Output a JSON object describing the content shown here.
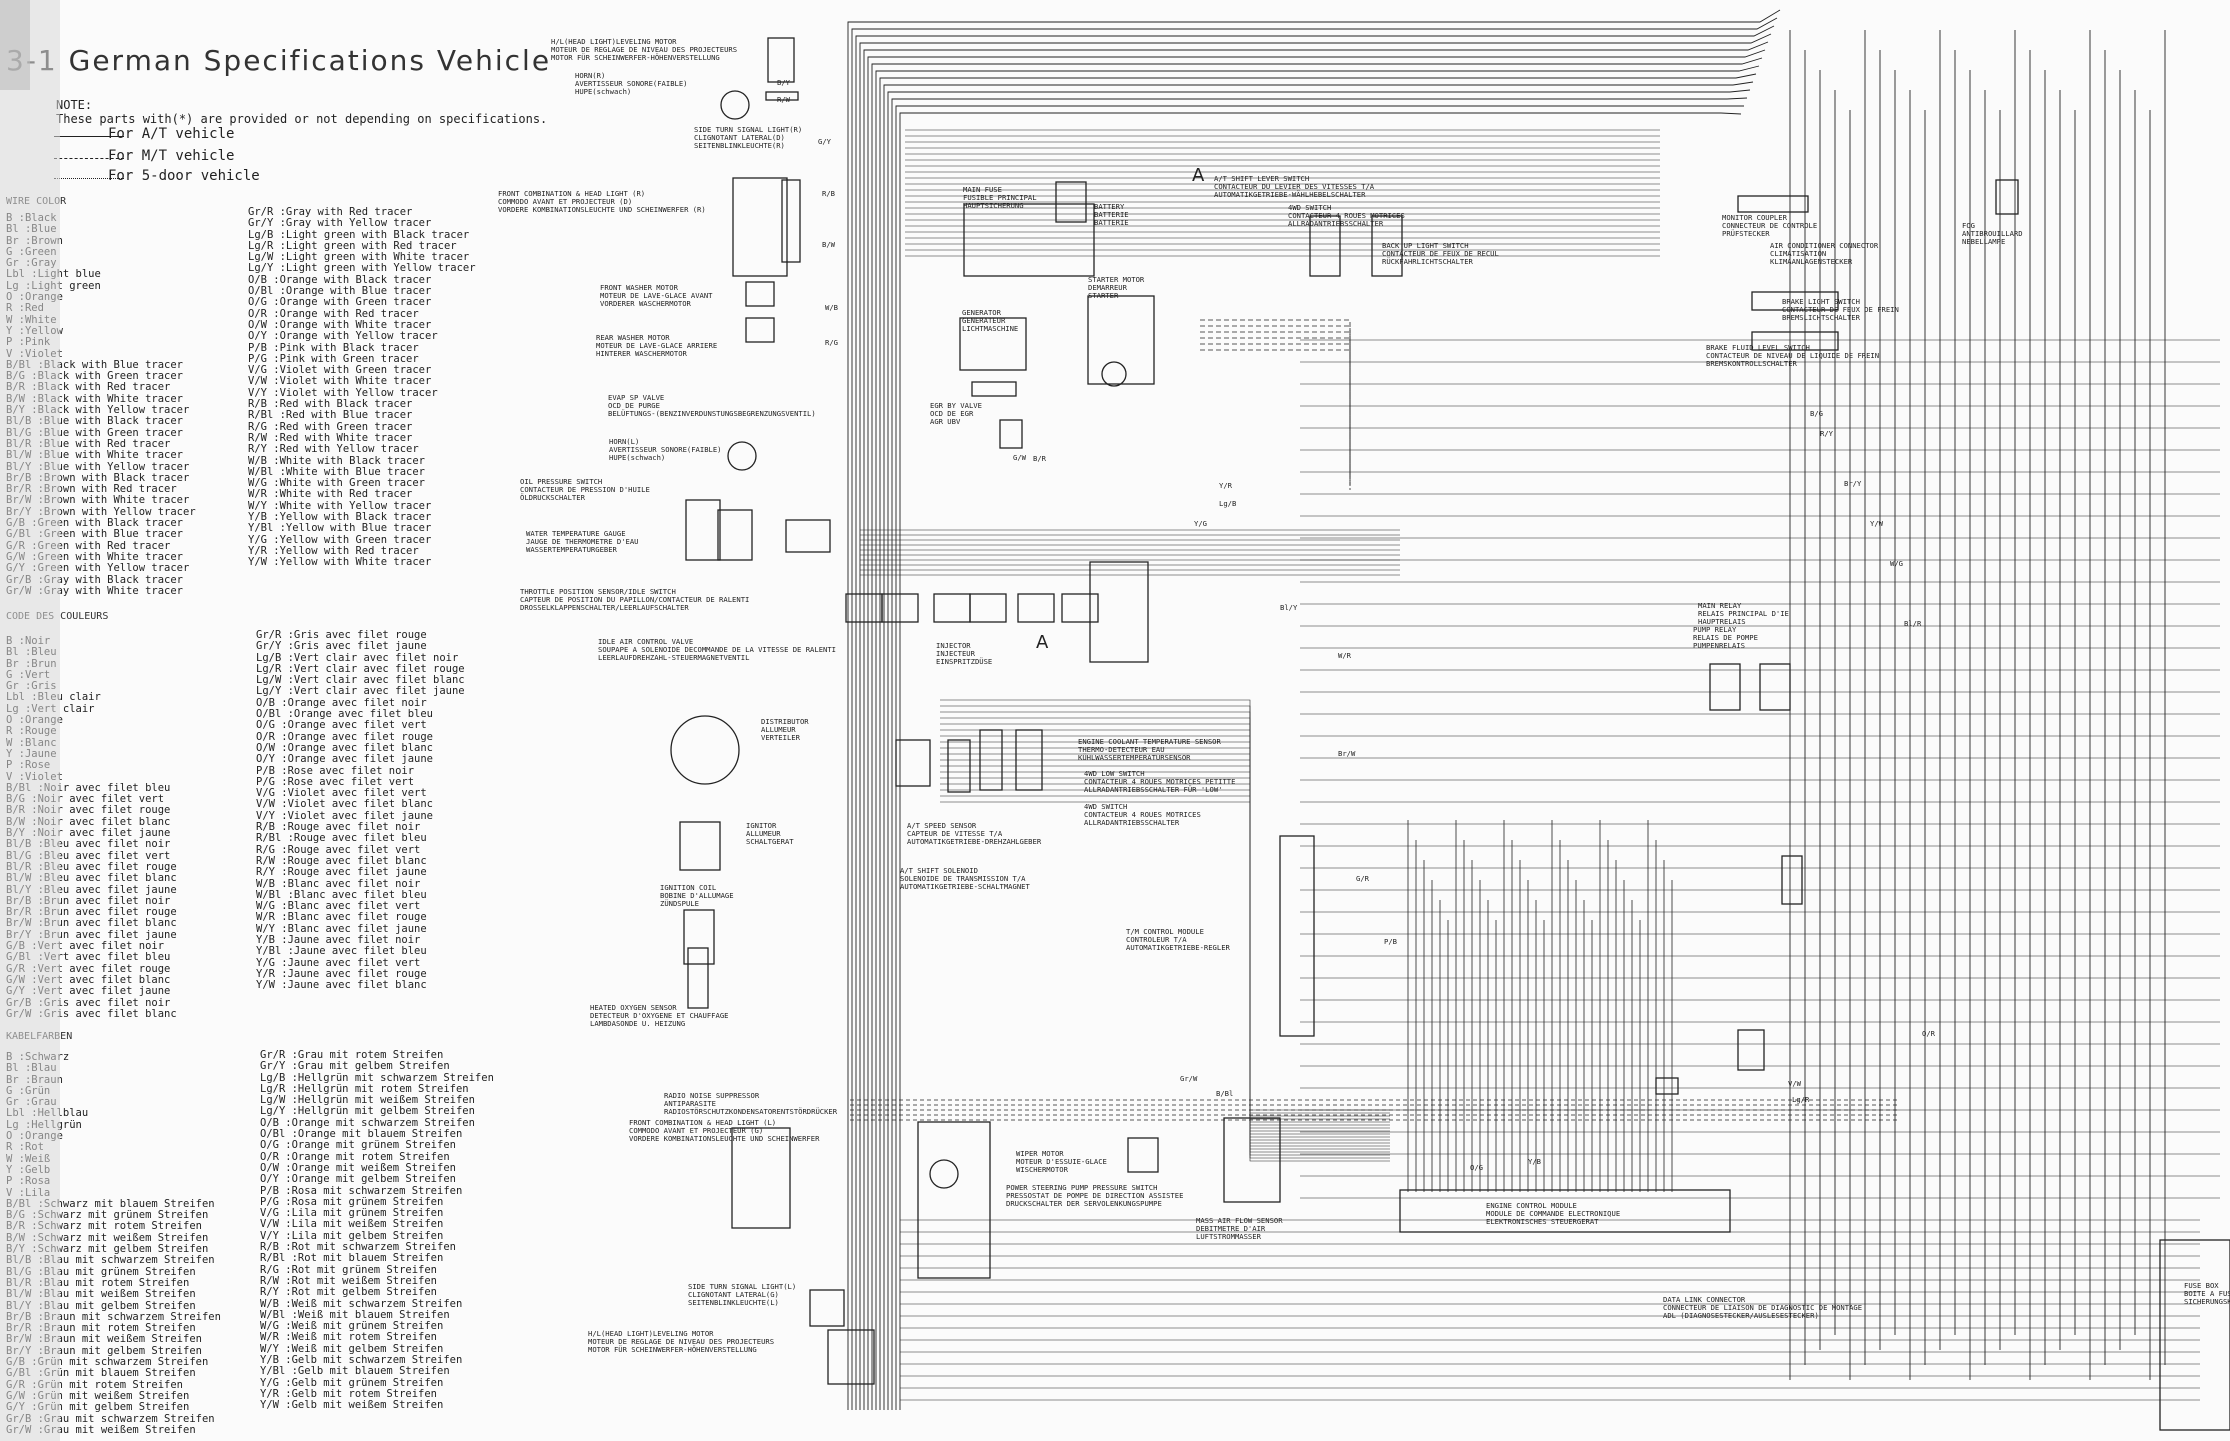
{
  "title": "3-1 German Specifications Vehicle",
  "note": {
    "heading": "NOTE:",
    "text": "These parts with(*) are provided or not depending on specifications.",
    "legend": [
      "For A/T vehicle",
      "For M/T vehicle",
      "For 5-door vehicle"
    ]
  },
  "sections": {
    "wire_color": "WIRE COLOR",
    "code_couleurs": "CODE DES COULEURS",
    "kabelfarben": "KABELFARBEN"
  },
  "wire_color": {
    "col1": [
      "B      :Black",
      "Bl     :Blue",
      "Br     :Brown",
      "G      :Green",
      "Gr     :Gray",
      "Lbl    :Light blue",
      "Lg     :Light green",
      "O      :Orange",
      "R      :Red",
      "W      :White",
      "Y      :Yellow",
      "P      :Pink",
      "V      :Violet",
      "B/Bl   :Black with Blue tracer",
      "B/G    :Black with Green tracer",
      "B/R    :Black with Red tracer",
      "B/W    :Black with White tracer",
      "B/Y    :Black with Yellow tracer",
      "Bl/B   :Blue with Black tracer",
      "Bl/G   :Blue with Green tracer",
      "Bl/R   :Blue with Red tracer",
      "Bl/W   :Blue with White tracer",
      "Bl/Y   :Blue with Yellow tracer",
      "Br/B   :Brown with Black tracer",
      "Br/R   :Brown with Red tracer",
      "Br/W   :Brown with White tracer",
      "Br/Y   :Brown with Yellow tracer",
      "G/B    :Green with Black tracer",
      "G/Bl   :Green with Blue tracer",
      "G/R    :Green with Red tracer",
      "G/W    :Green with White tracer",
      "G/Y    :Green with Yellow tracer",
      "Gr/B   :Gray with Black tracer",
      "Gr/W   :Gray with White tracer"
    ],
    "col2": [
      "Gr/R  :Gray with Red tracer",
      "Gr/Y  :Gray with Yellow tracer",
      "Lg/B  :Light green with Black tracer",
      "Lg/R  :Light green with Red tracer",
      "Lg/W  :Light green with White tracer",
      "Lg/Y  :Light green with Yellow tracer",
      "O/B   :Orange with Black tracer",
      "O/Bl  :Orange with Blue tracer",
      "O/G   :Orange with Green tracer",
      "O/R   :Orange with Red tracer",
      "O/W   :Orange with White tracer",
      "O/Y   :Orange with Yellow tracer",
      "P/B   :Pink with Black tracer",
      "P/G   :Pink with Green tracer",
      "V/G   :Violet with Green tracer",
      "V/W   :Violet with White tracer",
      "V/Y   :Violet with Yellow tracer",
      "R/B   :Red with Black tracer",
      "R/Bl  :Red with Blue tracer",
      "R/G   :Red with Green tracer",
      "R/W   :Red with White tracer",
      "R/Y   :Red with Yellow tracer",
      "W/B   :White with Black tracer",
      "W/Bl  :White with Blue tracer",
      "W/G   :White with Green tracer",
      "W/R   :White with Red tracer",
      "W/Y   :White with Yellow tracer",
      "Y/B   :Yellow with Black tracer",
      "Y/Bl  :Yellow with Blue tracer",
      "Y/G   :Yellow with Green tracer",
      "Y/R   :Yellow with Red tracer",
      "Y/W   :Yellow with White tracer"
    ]
  },
  "code_couleurs": {
    "col1": [
      "B      :Noir",
      "Bl     :Bleu",
      "Br     :Brun",
      "G      :Vert",
      "Gr     :Gris",
      "Lbl    :Bleu clair",
      "Lg     :Vert clair",
      "O      :Orange",
      "R      :Rouge",
      "W      :Blanc",
      "Y      :Jaune",
      "P      :Rose",
      "V      :Violet",
      "B/Bl   :Noir avec filet bleu",
      "B/G    :Noir avec filet vert",
      "B/R    :Noir avec filet rouge",
      "B/W    :Noir avec filet blanc",
      "B/Y    :Noir avec filet jaune",
      "Bl/B   :Bleu avec filet noir",
      "Bl/G   :Bleu avec filet vert",
      "Bl/R   :Bleu avec filet rouge",
      "Bl/W   :Bleu avec filet blanc",
      "Bl/Y   :Bleu avec filet jaune",
      "Br/B   :Brun avec filet noir",
      "Br/R   :Brun avec filet rouge",
      "Br/W   :Brun avec filet blanc",
      "Br/Y   :Brun avec filet jaune",
      "G/B    :Vert avec filet noir",
      "G/Bl   :Vert avec filet bleu",
      "G/R    :Vert avec filet rouge",
      "G/W    :Vert avec filet blanc",
      "G/Y    :Vert avec filet jaune",
      "Gr/B   :Gris avec filet noir",
      "Gr/W   :Gris avec filet blanc"
    ],
    "col2": [
      "Gr/R  :Gris avec filet rouge",
      "Gr/Y  :Gris avec filet jaune",
      "Lg/B  :Vert clair avec filet noir",
      "Lg/R  :Vert clair avec filet rouge",
      "Lg/W  :Vert clair avec filet blanc",
      "Lg/Y  :Vert clair avec filet jaune",
      "O/B   :Orange avec filet noir",
      "O/Bl  :Orange avec filet bleu",
      "O/G   :Orange avec filet vert",
      "O/R   :Orange avec filet rouge",
      "O/W   :Orange avec filet blanc",
      "O/Y   :Orange avec filet jaune",
      "P/B   :Rose avec filet noir",
      "P/G   :Rose avec filet vert",
      "V/G   :Violet avec filet vert",
      "V/W   :Violet avec filet blanc",
      "V/Y   :Violet avec filet jaune",
      "R/B   :Rouge avec filet noir",
      "R/Bl  :Rouge avec filet bleu",
      "R/G   :Rouge avec filet vert",
      "R/W   :Rouge avec filet blanc",
      "R/Y   :Rouge avec filet jaune",
      "W/B   :Blanc avec filet noir",
      "W/Bl  :Blanc avec filet bleu",
      "W/G   :Blanc avec filet vert",
      "W/R   :Blanc avec filet rouge",
      "W/Y   :Blanc avec filet jaune",
      "Y/B   :Jaune avec filet noir",
      "Y/Bl  :Jaune avec filet bleu",
      "Y/G   :Jaune avec filet vert",
      "Y/R   :Jaune avec filet rouge",
      "Y/W   :Jaune avec filet blanc"
    ]
  },
  "kabelfarben": {
    "col1": [
      "B      :Schwarz",
      "Bl     :Blau",
      "Br     :Braun",
      "G      :Grün",
      "Gr     :Grau",
      "Lbl    :Hellblau",
      "Lg     :Hellgrün",
      "O      :Orange",
      "R      :Rot",
      "W      :Weiß",
      "Y      :Gelb",
      "P      :Rosa",
      "V      :Lila",
      "B/Bl   :Schwarz mit blauem Streifen",
      "B/G    :Schwarz mit grünem Streifen",
      "B/R    :Schwarz mit rotem Streifen",
      "B/W    :Schwarz mit weißem Streifen",
      "B/Y    :Schwarz mit gelbem Streifen",
      "Bl/B   :Blau mit schwarzem Streifen",
      "Bl/G   :Blau mit grünem Streifen",
      "Bl/R   :Blau mit rotem Streifen",
      "Bl/W   :Blau mit weißem Streifen",
      "Bl/Y   :Blau mit gelbem Streifen",
      "Br/B   :Braun mit schwarzem Streifen",
      "Br/R   :Braun mit rotem Streifen",
      "Br/W   :Braun mit weißem Streifen",
      "Br/Y   :Braun mit gelbem Streifen",
      "G/B    :Grün mit schwarzem Streifen",
      "G/Bl   :Grün mit blauem Streifen",
      "G/R    :Grün mit rotem Streifen",
      "G/W    :Grün mit weißem Streifen",
      "G/Y    :Grün mit gelbem Streifen",
      "Gr/B   :Grau mit schwarzem Streifen",
      "Gr/W   :Grau mit weißem Streifen"
    ],
    "col2": [
      "Gr/R  :Grau mit rotem Streifen",
      "Gr/Y  :Grau mit gelbem Streifen",
      "Lg/B  :Hellgrün mit schwarzem Streifen",
      "Lg/R  :Hellgrün mit rotem Streifen",
      "Lg/W  :Hellgrün mit weißem Streifen",
      "Lg/Y  :Hellgrün mit gelbem Streifen",
      "O/B   :Orange mit schwarzem Streifen",
      "O/Bl  :Orange mit blauem Streifen",
      "O/G   :Orange mit grünem Streifen",
      "O/R   :Orange mit rotem Streifen",
      "O/W   :Orange mit weißem Streifen",
      "O/Y   :Orange mit gelbem Streifen",
      "P/B   :Rosa mit schwarzem Streifen",
      "P/G   :Rosa mit grünem Streifen",
      "V/G   :Lila mit grünem Streifen",
      "V/W   :Lila mit weißem Streifen",
      "V/Y   :Lila mit gelbem Streifen",
      "R/B   :Rot mit schwarzem Streifen",
      "R/Bl  :Rot mit blauem Streifen",
      "R/G   :Rot mit grünem Streifen",
      "R/W   :Rot mit weißem Streifen",
      "R/Y   :Rot mit gelbem Streifen",
      "W/B   :Weiß mit schwarzem Streifen",
      "W/Bl  :Weiß mit blauem Streifen",
      "W/G   :Weiß mit grünem Streifen",
      "W/R   :Weiß mit rotem Streifen",
      "W/Y   :Weiß mit gelbem Streifen",
      "Y/B   :Gelb mit schwarzem Streifen",
      "Y/Bl  :Gelb mit blauem Streifen",
      "Y/G   :Gelb mit grünem Streifen",
      "Y/R   :Gelb mit rotem Streifen",
      "Y/W   :Gelb mit weißem Streifen"
    ]
  },
  "components": {
    "headlight_leveling_top": [
      "H/L(HEAD LIGHT)LEVELING MOTOR",
      "MOTEUR DE REGLAGE DE NIVEAU DES PROJECTEURS",
      "MOTOR FÜR SCHEINWERFER-HÖHENVERSTELLUNG"
    ],
    "horn_top": [
      "HORN(R)",
      "AVERTISSEUR SONORE(FAIBLE)",
      "HUPE(schwach)"
    ],
    "side_turn_top": [
      "SIDE TURN SIGNAL LIGHT(R)",
      "CLIGNOTANT LATERAL(D)",
      "SEITENBLINKLEUCHTE(R)"
    ],
    "front_combination_r": [
      "FRONT COMBINATION & HEAD LIGHT (R)",
      "COMMODO AVANT ET PROJECTEUR (D)",
      "VORDERE KOMBINATIONSLEUCHTE UND SCHEINWERFER (R)"
    ],
    "main_fuse": [
      "MAIN FUSE",
      "FUSIBLE PRINCIPAL",
      "HAUPTSICHERUNG"
    ],
    "battery": [
      "BATTERY",
      "BATTERIE",
      "BATTERIE"
    ],
    "at_shift_lever_switch": [
      "A/T SHIFT LEVER SWITCH",
      "CONTACTEUR DU LEVIER DES VITESSES T/A",
      "AUTOMATIKGETRIEBE-WÄHLHEBELSCHALTER"
    ],
    "fourwd_switch_top": [
      "4WD SWITCH",
      "CONTACTEUR 4 ROUES MOTRICES",
      "ALLRADANTRIEBSSCHALTER"
    ],
    "back_up_light_switch": [
      "BACK UP LIGHT SWITCH",
      "CONTACTEUR DE FEUX DE RECUL",
      "RÜCKFAHRLICHTSCHALTER"
    ],
    "monitor_coupler": [
      "MONITOR COUPLER",
      "CONNECTEUR DE CONTROLE",
      "PRÜFSTECKER"
    ],
    "fog_lamp": [
      "FOG",
      "ANTIBROUILLARD",
      "NEBELLAMPE"
    ],
    "front_washer_motor": [
      "FRONT WASHER MOTOR",
      "MOTEUR DE LAVE-GLACE AVANT",
      "VORDERER WASCHERMOTOR"
    ],
    "starter_motor": [
      "STARTER MOTOR",
      "DEMARREUR",
      "STARTER"
    ],
    "air_conditioner_connector": [
      "AIR CONDITIONER CONNECTOR",
      "CLIMATISATION",
      "KLIMAANLAGENSTECKER"
    ],
    "brake_light_switch": [
      "BRAKE LIGHT SWITCH",
      "CONTACTEUR DE FEUX DE FREIN",
      "BREMSLICHTSCHALTER"
    ],
    "brake_fluid_level_switch": [
      "BRAKE FLUID LEVEL SWITCH",
      "CONTACTEUR DE NIVEAU DE LIQUIDE DE FREIN",
      "BREMSKONTROLLSCHALTER"
    ],
    "generator": [
      "GENERATOR",
      "GENERATEUR",
      "LICHTMASCHINE"
    ],
    "rear_washer_motor": [
      "REAR WASHER MOTOR",
      "MOTEUR DE LAVE-GLACE ARRIERE",
      "HINTERER WASCHERMOTOR"
    ],
    "evap_sp_valve": [
      "EVAP SP VALVE",
      "OCD DE PURGE",
      "BELÜFTUNGS-(BENZINVERDUNSTUNGSBEGRENZUNGSVENTIL)"
    ],
    "egr_by_valve": [
      "EGR BY VALVE",
      "OCD DE EGR",
      "AGR UBV"
    ],
    "horn_mid": [
      "HORN(L)",
      "AVERTISSEUR SONORE(FAIBLE)",
      "HUPE(schwach)"
    ],
    "oil_pressure_switch": [
      "OIL PRESSURE SWITCH",
      "CONTACTEUR DE PRESSION D'HUILE",
      "ÖLDRUCKSCHALTER"
    ],
    "water_temperature_gauge": [
      "WATER TEMPERATURE GAUGE",
      "JAUGE DE THERMOMETRE D'EAU",
      "WASSERTEMPERATURGEBER"
    ],
    "throttle_position_sensor": [
      "THROTTLE POSITION SENSOR/IDLE SWITCH",
      "CAPTEUR DE POSITION DU PAPILLON/CONTACTEUR DE RALENTI",
      "DROSSELKLAPPENSCHALTER/LEERLAUFSCHALTER"
    ],
    "idle_air_control_valve": [
      "IDLE AIR CONTROL VALVE",
      "SOUPAPE A SOLENOIDE DECOMMANDE DE LA VITESSE DE RALENTI",
      "LEERLAUFDREHZAHL-STEUERMAGNETVENTIL"
    ],
    "injector": [
      "INJECTOR",
      "INJECTEUR",
      "EINSPRITZDÜSE"
    ],
    "main_relay": [
      "MAIN RELAY",
      "RELAIS PRINCIPAL D'IE",
      "HAUPTRELAIS"
    ],
    "pump_relay": [
      "PUMP RELAY",
      "RELAIS DE POMPE",
      "PUMPENRELAIS"
    ],
    "distributor": [
      "DISTRIBUTOR",
      "ALLUMEUR",
      "VERTEILER"
    ],
    "igniter": [
      "IGNITOR",
      "ALLUMEUR",
      "SCHALTGERAT"
    ],
    "engine_coolant_temp_sensor": [
      "ENGINE COOLANT TEMPERATURE SENSOR",
      "THERMO-DETECTEUR EAU",
      "KÜHLWASSERTEMPERATURSENSOR"
    ],
    "fourwd_low_switch": [
      "4WD LOW SWITCH",
      "CONTACTEUR 4 ROUES MOTRICES PETITTE",
      "ALLRADANTRIEBSSCHALTER FÜR 'LOW'"
    ],
    "fourwd_switch_mid": [
      "4WD SWITCH",
      "CONTACTEUR 4 ROUES MOTRICES",
      "ALLRADANTRIEBSSCHALTER"
    ],
    "at_speed_sensor": [
      "A/T SPEED SENSOR",
      "CAPTEUR DE VITESSE T/A",
      "AUTOMATIKGETRIEBE-DREHZAHLGEBER"
    ],
    "at_shift_solenoid": [
      "A/T SHIFT SOLENOID",
      "SOLENOIDE DE TRANSMISSION T/A",
      "AUTOMATIKGETRIEBE-SCHALTMAGNET"
    ],
    "ignition_coil": [
      "IGNITION COIL",
      "BOBINE D'ALLUMAGE",
      "ZÜNDSPULE"
    ],
    "tm_control_module": [
      "T/M CONTROL MODULE",
      "CONTROLEUR T/A",
      "AUTOMATIKGETRIEBE-REGLER"
    ],
    "heated_oxygen_sensor": [
      "HEATED OXYGEN SENSOR",
      "DETECTEUR D'OXYGENE ET CHAUFFAGE",
      "LAMBDASONDE U. HEIZUNG"
    ],
    "radio_noise_suppressor": [
      "RADIO NOISE SUPPRESSOR",
      "ANTIPARASITE",
      "RADIOSTÖRSCHUTZKONDENSATORENTSTÖRDRÜCKER"
    ],
    "front_combination_l": [
      "FRONT COMBINATION & HEAD LIGHT (L)",
      "COMMODO AVANT ET PROJECTEUR (G)",
      "VORDERE KOMBINATIONSLEUCHTE UND SCHEINWERFER"
    ],
    "wiper_motor": [
      "WIPER MOTOR",
      "MOTEUR D'ESSUIE-GLACE",
      "WISCHERMOTOR"
    ],
    "power_steering_switch": [
      "POWER STEERING PUMP PRESSURE SWITCH",
      "PRESSOSTAT DE POMPE DE DIRECTION ASSISTEE",
      "DRUCKSCHALTER DER SERVOLENKUNGSPUMPE"
    ],
    "mass_air_flow_sensor": [
      "MASS AIR FLOW SENSOR",
      "DEBITMETRE D'AIR",
      "LUFTSTROMMASSER"
    ],
    "engine_control_module": [
      "ENGINE CONTROL MODULE",
      "MODULE DE COMMANDE ELECTRONIQUE",
      "ELEKTRONISCHES STEUERGERAT"
    ],
    "data_link_connector": [
      "DATA LINK CONNECTOR",
      "CONNECTEUR DE LIAISON DE DIAGNOSTIC DE MONTAGE",
      "ADL (DIAGNOSESTECKER/AUSLESESTECKER)"
    ],
    "side_turn_bottom": [
      "SIDE TURN SIGNAL LIGHT(L)",
      "CLIGNOTANT LATERAL(G)",
      "SEITENBLINKLEUCHTE(L)"
    ],
    "headlight_leveling_bottom": [
      "H/L(HEAD LIGHT)LEVELING MOTOR",
      "MOTEUR DE REGLAGE DE NIVEAU DES PROJECTEURS",
      "MOTOR FÜR SCHEINWERFER-HÖHENVERSTELLUNG"
    ],
    "fuse_box": [
      "FUSE BOX",
      "BOITE A FUSIBLES",
      "SICHERUNGSKASTEN"
    ]
  },
  "big_marks": {
    "a_top": "A",
    "a_mid": "A"
  },
  "wire_tags": [
    "B/Y",
    "R/W",
    "G/Y",
    "R/B",
    "B/W",
    "W/B",
    "R/G",
    "G/W",
    "B/R",
    "Y/R",
    "Lg/B",
    "Y/G",
    "Bl/Y",
    "W/R",
    "Br/W",
    "G/R",
    "P/B",
    "O/G",
    "Y/B",
    "B/G",
    "R/Y",
    "Br/Y",
    "Y/W",
    "W/G",
    "Bl/R",
    "O/R",
    "V/W",
    "Lg/R",
    "Gr/W",
    "B/Bl"
  ],
  "colors": {
    "paper": "#fbfbfb",
    "ink": "#222222",
    "shadow": "#d9d9d9"
  }
}
